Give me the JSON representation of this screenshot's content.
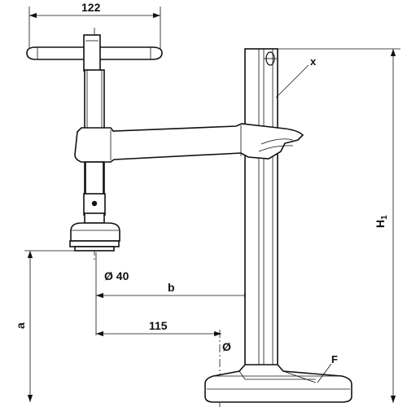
{
  "labels": {
    "dim_top": "122",
    "dim_diameter_pad": "Ø 40",
    "dim_b": "b",
    "dim_115": "115",
    "dim_diameter_base": "Ø",
    "dim_a": "a",
    "dim_h1": "H",
    "dim_h1_sub": "1",
    "callout_x": "x",
    "callout_f": "F"
  }
}
